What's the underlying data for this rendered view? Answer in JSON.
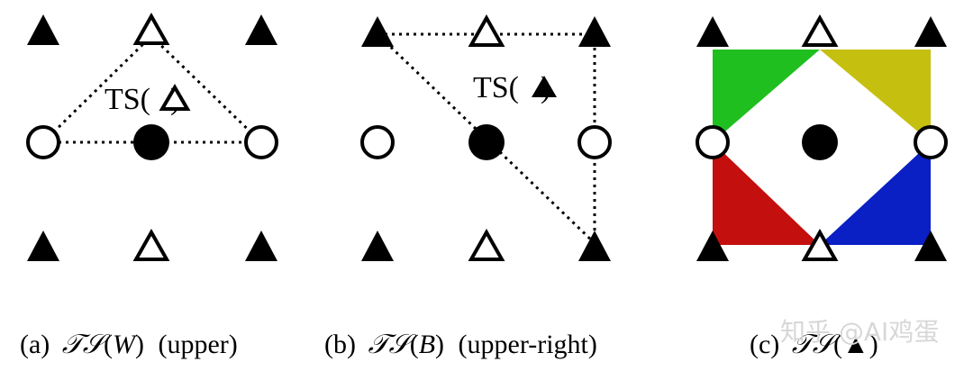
{
  "panels": [
    {
      "id": "a",
      "label": {
        "prefix": "(a)",
        "sym": "𝒯𝒮",
        "arg": "W",
        "suffix": "(upper)"
      },
      "region_label": {
        "prefix": "TS(",
        "suffix": ")"
      }
    },
    {
      "id": "b",
      "label": {
        "prefix": "(b)",
        "sym": "𝒯𝒮",
        "arg": "B",
        "suffix": "(upper-right)"
      },
      "region_label": {
        "prefix": "TS(",
        "suffix": ")"
      }
    },
    {
      "id": "c",
      "label": {
        "prefix": "(c)",
        "sym": "𝒯𝒮",
        "arg": "▲",
        "suffix": ""
      }
    }
  ],
  "watermark": "知乎 @AI鸡蛋",
  "colors": {
    "green": "#1fbf1f",
    "yellow": "#c5c010",
    "red": "#c40f0f",
    "blue": "#0a1fc4",
    "ink": "#000000"
  },
  "icons": [
    "filled-triangle-icon",
    "hollow-triangle-icon",
    "filled-circle-icon",
    "hollow-circle-icon"
  ]
}
